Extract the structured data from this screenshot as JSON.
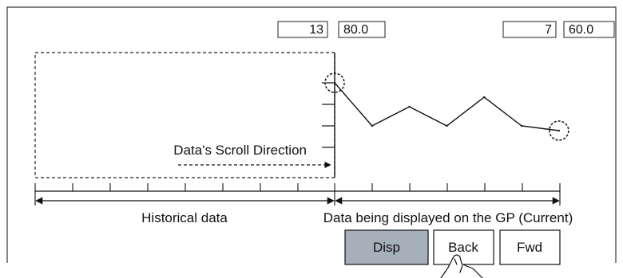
{
  "readouts": {
    "left_index": "13",
    "left_value": "80.0",
    "right_index": "7",
    "right_value": "60.0"
  },
  "annotations": {
    "scroll_direction": "Data's Scroll Direction",
    "historical_data": "Historical data",
    "current_data": "Data being displayed on the GP (Current)"
  },
  "buttons": {
    "disp": "Disp",
    "back": "Back",
    "fwd": "Fwd"
  },
  "chart_data": {
    "type": "line",
    "x": [
      0,
      1,
      2,
      3,
      4,
      5,
      6
    ],
    "values": [
      80.0,
      62,
      70,
      62,
      74,
      62,
      60.0
    ],
    "grid": false,
    "highlighted_points": [
      0,
      6
    ]
  },
  "colors": {
    "disp_button_fill": "#a6b0bb",
    "line": "#111111"
  }
}
